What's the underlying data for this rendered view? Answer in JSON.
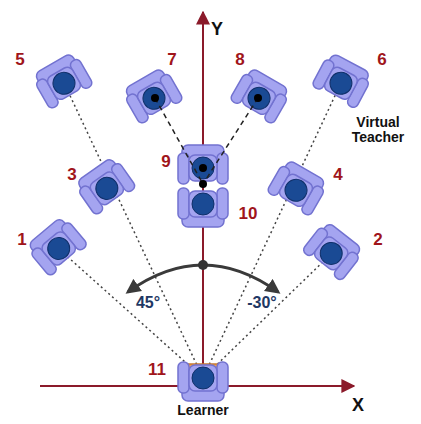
{
  "diagram": {
    "labels": [
      "Y",
      "5",
      "7",
      "8",
      "6",
      "Virtual Teacher",
      "3",
      "9",
      "4",
      "1",
      "10",
      "2",
      "45°",
      "-30°",
      "11",
      "Learner",
      "X"
    ]
  }
}
